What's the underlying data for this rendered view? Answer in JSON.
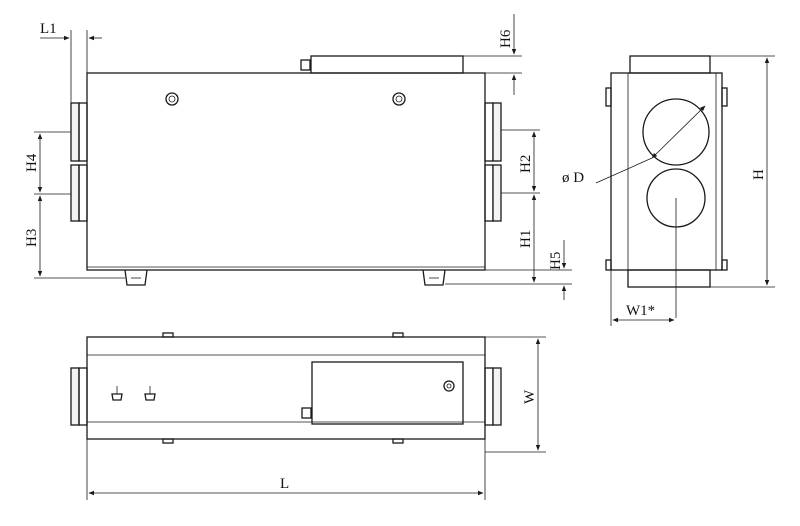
{
  "labels": {
    "l1": "L1",
    "h6": "H6",
    "h4": "H4",
    "h3": "H3",
    "h2": "H2",
    "h1": "H1",
    "h5": "H5",
    "diameter": "ø D",
    "height": "H",
    "w1": "W1*",
    "width": "W",
    "length": "L"
  }
}
